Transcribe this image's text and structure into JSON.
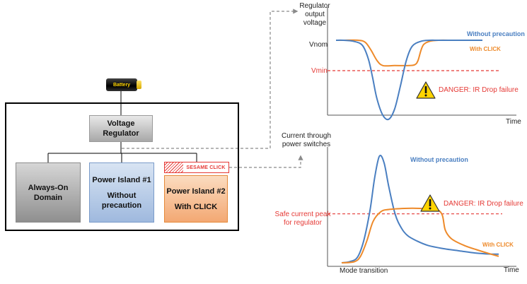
{
  "battery": {
    "label": "Battery"
  },
  "regulator": {
    "label_line1": "Voltage",
    "label_line2": "Regulator"
  },
  "always_on": {
    "label_line1": "Always-On",
    "label_line2": "Domain"
  },
  "island1": {
    "line1": "Power Island #1",
    "line2": "Without",
    "line3": "precaution"
  },
  "island2": {
    "line1": "Power Island #2",
    "line2": "With CLICK"
  },
  "sesame_click": {
    "label": "SESAME CLICK"
  },
  "colors": {
    "without": "#4a7fc1",
    "with_click": "#ee8a2a",
    "danger": "#e53935",
    "regulator": "#b0b0b0",
    "island1": "#b4c8e6",
    "island2": "#f6b88a"
  },
  "chart_data": [
    {
      "type": "line",
      "ylabel": "Regulator output voltage",
      "xlabel": "Time",
      "levels": {
        "Vnom": 1.0,
        "Vmin": 0.7
      },
      "threshold_label": "Vmin",
      "nominal_label": "Vnom",
      "annotation": "DANGER: IR Drop failure",
      "series": [
        {
          "name": "Without precaution",
          "x": [
            0,
            5,
            12,
            18,
            22,
            25,
            28,
            32,
            36,
            40,
            44,
            48,
            52,
            58,
            64,
            70,
            80,
            90,
            100
          ],
          "y": [
            1.0,
            1.0,
            0.99,
            0.95,
            0.82,
            0.63,
            0.42,
            0.26,
            0.22,
            0.32,
            0.55,
            0.8,
            0.94,
            0.99,
            1.0,
            1.0,
            1.0,
            1.0,
            1.0
          ]
        },
        {
          "name": "With CLICK",
          "x": [
            0,
            5,
            15,
            20,
            24,
            28,
            32,
            40,
            50,
            54,
            56,
            58,
            60,
            64,
            70,
            80,
            90,
            100
          ],
          "y": [
            1.0,
            1.0,
            1.0,
            0.98,
            0.9,
            0.8,
            0.75,
            0.75,
            0.75,
            0.76,
            0.8,
            0.9,
            0.96,
            0.99,
            1.0,
            1.0,
            1.0,
            1.0
          ]
        }
      ]
    },
    {
      "type": "line",
      "ylabel": "Current through power switches",
      "xlabel": "Time",
      "x_annotation": "Mode transition",
      "threshold_label_line1": "Safe current peak",
      "threshold_label_line2": "for regulator",
      "threshold": 0.45,
      "annotation": "DANGER: IR Drop failure",
      "series": [
        {
          "name": "Without precaution",
          "x": [
            0,
            5,
            10,
            14,
            18,
            21,
            24,
            27,
            30,
            34,
            38,
            42,
            48,
            55,
            65,
            75,
            85,
            95,
            100
          ],
          "y": [
            0.0,
            0.01,
            0.05,
            0.2,
            0.48,
            0.78,
            0.98,
            0.92,
            0.7,
            0.45,
            0.32,
            0.25,
            0.2,
            0.16,
            0.13,
            0.11,
            0.09,
            0.08,
            0.08
          ]
        },
        {
          "name": "With CLICK",
          "x": [
            0,
            8,
            12,
            16,
            20,
            25,
            30,
            40,
            50,
            60,
            64,
            66,
            70,
            78,
            86,
            95,
            100
          ],
          "y": [
            0.0,
            0.01,
            0.06,
            0.2,
            0.38,
            0.47,
            0.49,
            0.5,
            0.5,
            0.49,
            0.44,
            0.3,
            0.22,
            0.16,
            0.12,
            0.08,
            0.06
          ]
        }
      ]
    }
  ]
}
